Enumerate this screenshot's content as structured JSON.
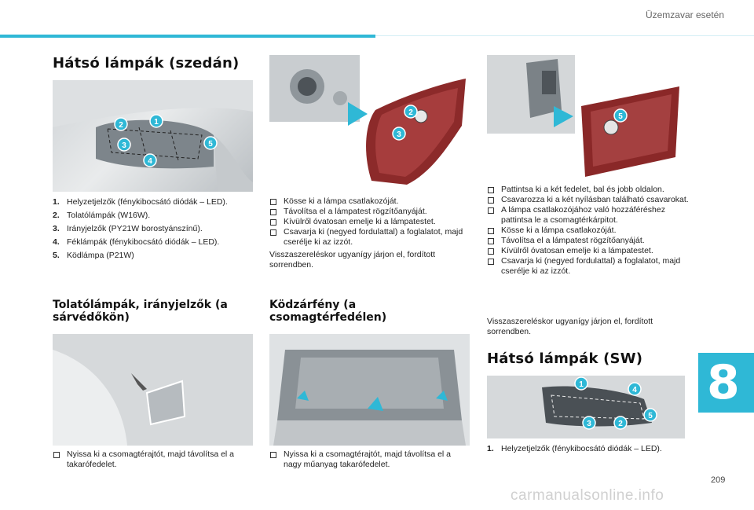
{
  "header": {
    "title": "Üzemzavar esetén"
  },
  "colors": {
    "accent": "#2fb8d6"
  },
  "left_col": {
    "title": "Hátsó lámpák (szedán)",
    "items": [
      {
        "num": "1.",
        "text": "Helyzetjelzők (fénykibocsátó diódák – LED)."
      },
      {
        "num": "2.",
        "text": "Tolatólámpák (W16W)."
      },
      {
        "num": "3.",
        "text": "Irányjelzők (PY21W borostyánszínű)."
      },
      {
        "num": "4.",
        "text": "Féklámpák (fénykibocsátó diódák – LED)."
      },
      {
        "num": "5.",
        "text": "Ködlámpa (P21W)"
      }
    ],
    "subtitle": "Tolatólámpák, irányjelzők (a sárvédőkön)",
    "bullet": "Nyissa ki a csomagtérajtót, majd távolítsa el a takarófedelet."
  },
  "mid_col": {
    "bullets": [
      "Kösse ki a lámpa csatlakozóját.",
      "Távolítsa el a lámpatest rögzítőanyáját.",
      "Kívülről óvatosan emelje ki a lámpatestet.",
      "Csavarja ki (negyed fordulattal) a foglalatot, majd cserélje ki az izzót."
    ],
    "note": "Visszaszereléskor ugyanígy járjon el, fordított sorrendben.",
    "subtitle": "Ködzárfény (a csomagtérfedélen)",
    "bullet2": "Nyissa ki a csomagtérajtót, majd távolítsa el a nagy műanyag takarófedelet."
  },
  "right_col": {
    "bullets": [
      "Pattintsa ki a két fedelet, bal és jobb oldalon.",
      "Csavarozza ki a két nyílásban található csavarokat.",
      "A lámpa csatlakozójához való hozzáféréshez pattintsa le a csomagtérkárpitot.",
      "Kösse ki a lámpa csatlakozóját.",
      "Távolítsa el a lámpatest rögzítőanyáját.",
      "Kívülről óvatosan emelje ki a lámpatestet.",
      "Csavarja ki (negyed fordulattal) a foglalatot, majd cserélje ki az izzót."
    ],
    "note": "Visszaszereléskor ugyanígy járjon el, fordított sorrendben.",
    "title": "Hátsó lámpák (SW)",
    "items": [
      {
        "num": "1.",
        "text": "Helyzetjelzők (fénykibocsátó diódák – LED)."
      }
    ]
  },
  "chapter": "8",
  "page_number": "209",
  "watermark": "carmanualsonline.info",
  "callouts": {
    "img1": [
      "1",
      "2",
      "3",
      "4",
      "5"
    ],
    "img2": [
      "2",
      "3"
    ],
    "img3": [
      "5"
    ],
    "img6": [
      "1",
      "4",
      "5",
      "3",
      "2"
    ]
  }
}
